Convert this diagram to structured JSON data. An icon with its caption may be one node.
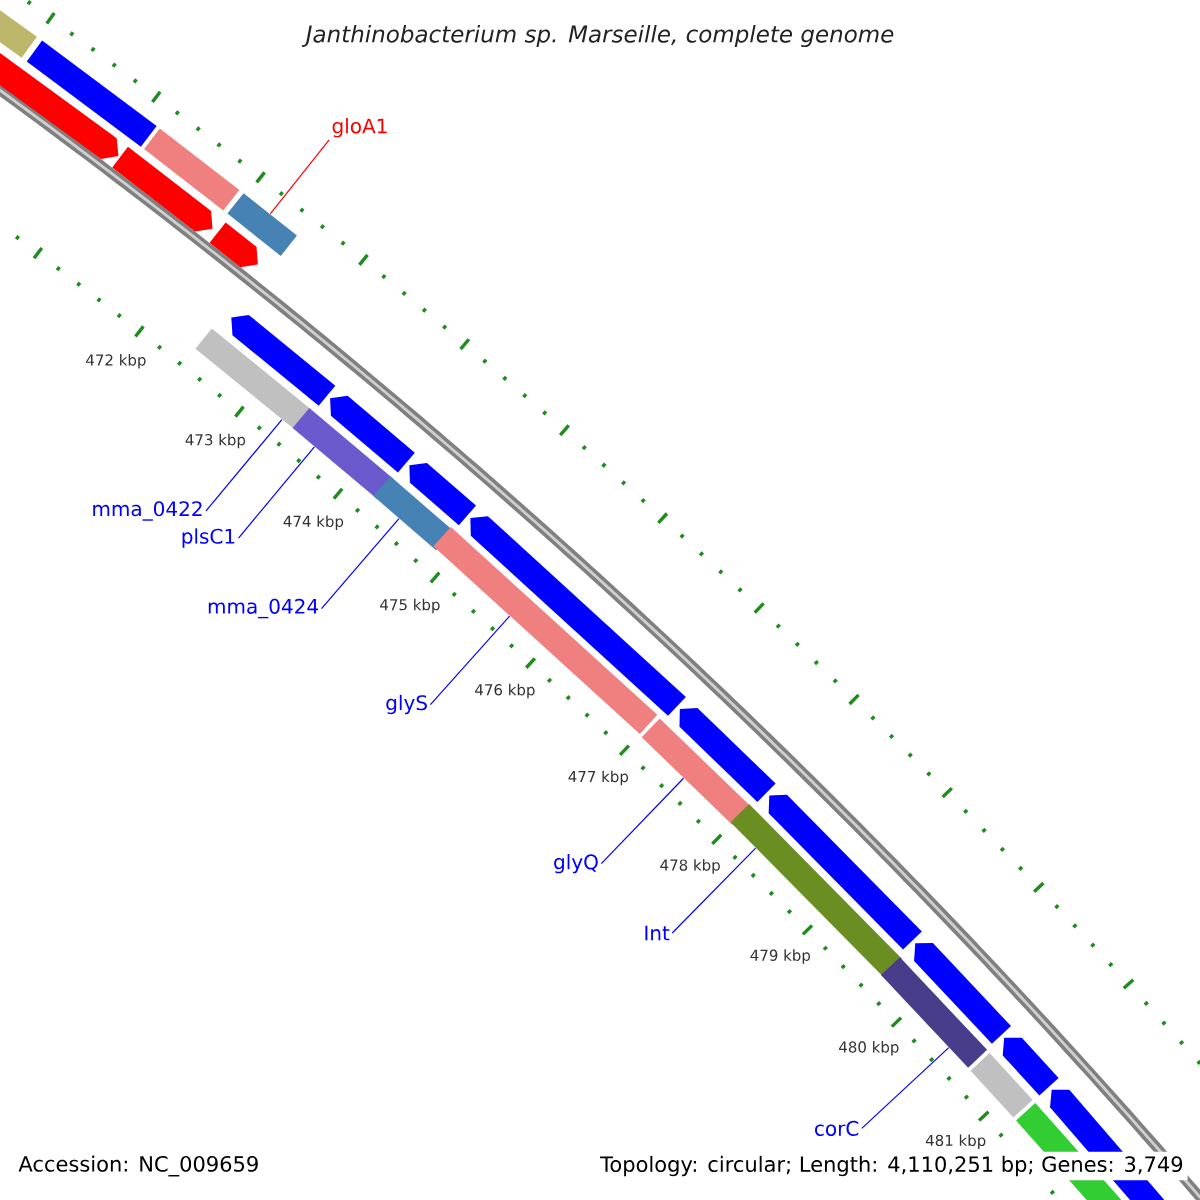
{
  "diagram": {
    "title": "Janthinobacterium sp. Marseille, complete genome",
    "nodes": [
      {
        "text": [
          "gloA1"
        ]
      },
      {
        "text": [],
        "shape": "bar"
      },
      {
        "text": [
          "mma_0422"
        ]
      },
      {
        "text": [],
        "shape": "bar"
      },
      {
        "text": [
          "plsC1"
        ]
      },
      {
        "text": [],
        "shape": "bar"
      },
      {
        "text": [
          "mma_0424"
        ]
      },
      {
        "text": [],
        "shape": "bar"
      },
      {
        "text": [
          "glyS"
        ]
      },
      {
        "text": [],
        "shape": "bar"
      },
      {
        "text": [
          "glyQ"
        ]
      },
      {
        "text": [],
        "shape": "bar"
      },
      {
        "text": [
          "Int"
        ]
      },
      {
        "text": [],
        "shape": "bar"
      },
      {
        "text": [
          "corC"
        ]
      },
      {
        "text": [],
        "shape": "bar"
      }
    ],
    "edges": [
      {
        "from": 0,
        "to": 1,
        "arrow": "none",
        "color": "#ff0000"
      },
      {
        "from": 2,
        "to": 3,
        "arrow": "none"
      },
      {
        "from": 4,
        "to": 5,
        "arrow": "none"
      },
      {
        "from": 6,
        "to": 7,
        "arrow": "none"
      },
      {
        "from": 8,
        "to": 9,
        "arrow": "none"
      },
      {
        "from": 10,
        "to": 11,
        "arrow": "none"
      },
      {
        "from": 12,
        "to": 13,
        "arrow": "none"
      },
      {
        "from": 14,
        "to": 15,
        "arrow": "none"
      }
    ],
    "labels": [
      "472 kbp",
      "473 kbp",
      "474 kbp",
      "475 kbp",
      "476 kbp",
      "477 kbp",
      "478 kbp",
      "479 kbp",
      "480 kbp",
      "481 kbp",
      "Accession: NC_009659",
      "Topology: circular; Length: 4,110,251 bp; Genes: 3,749"
    ]
  }
}
